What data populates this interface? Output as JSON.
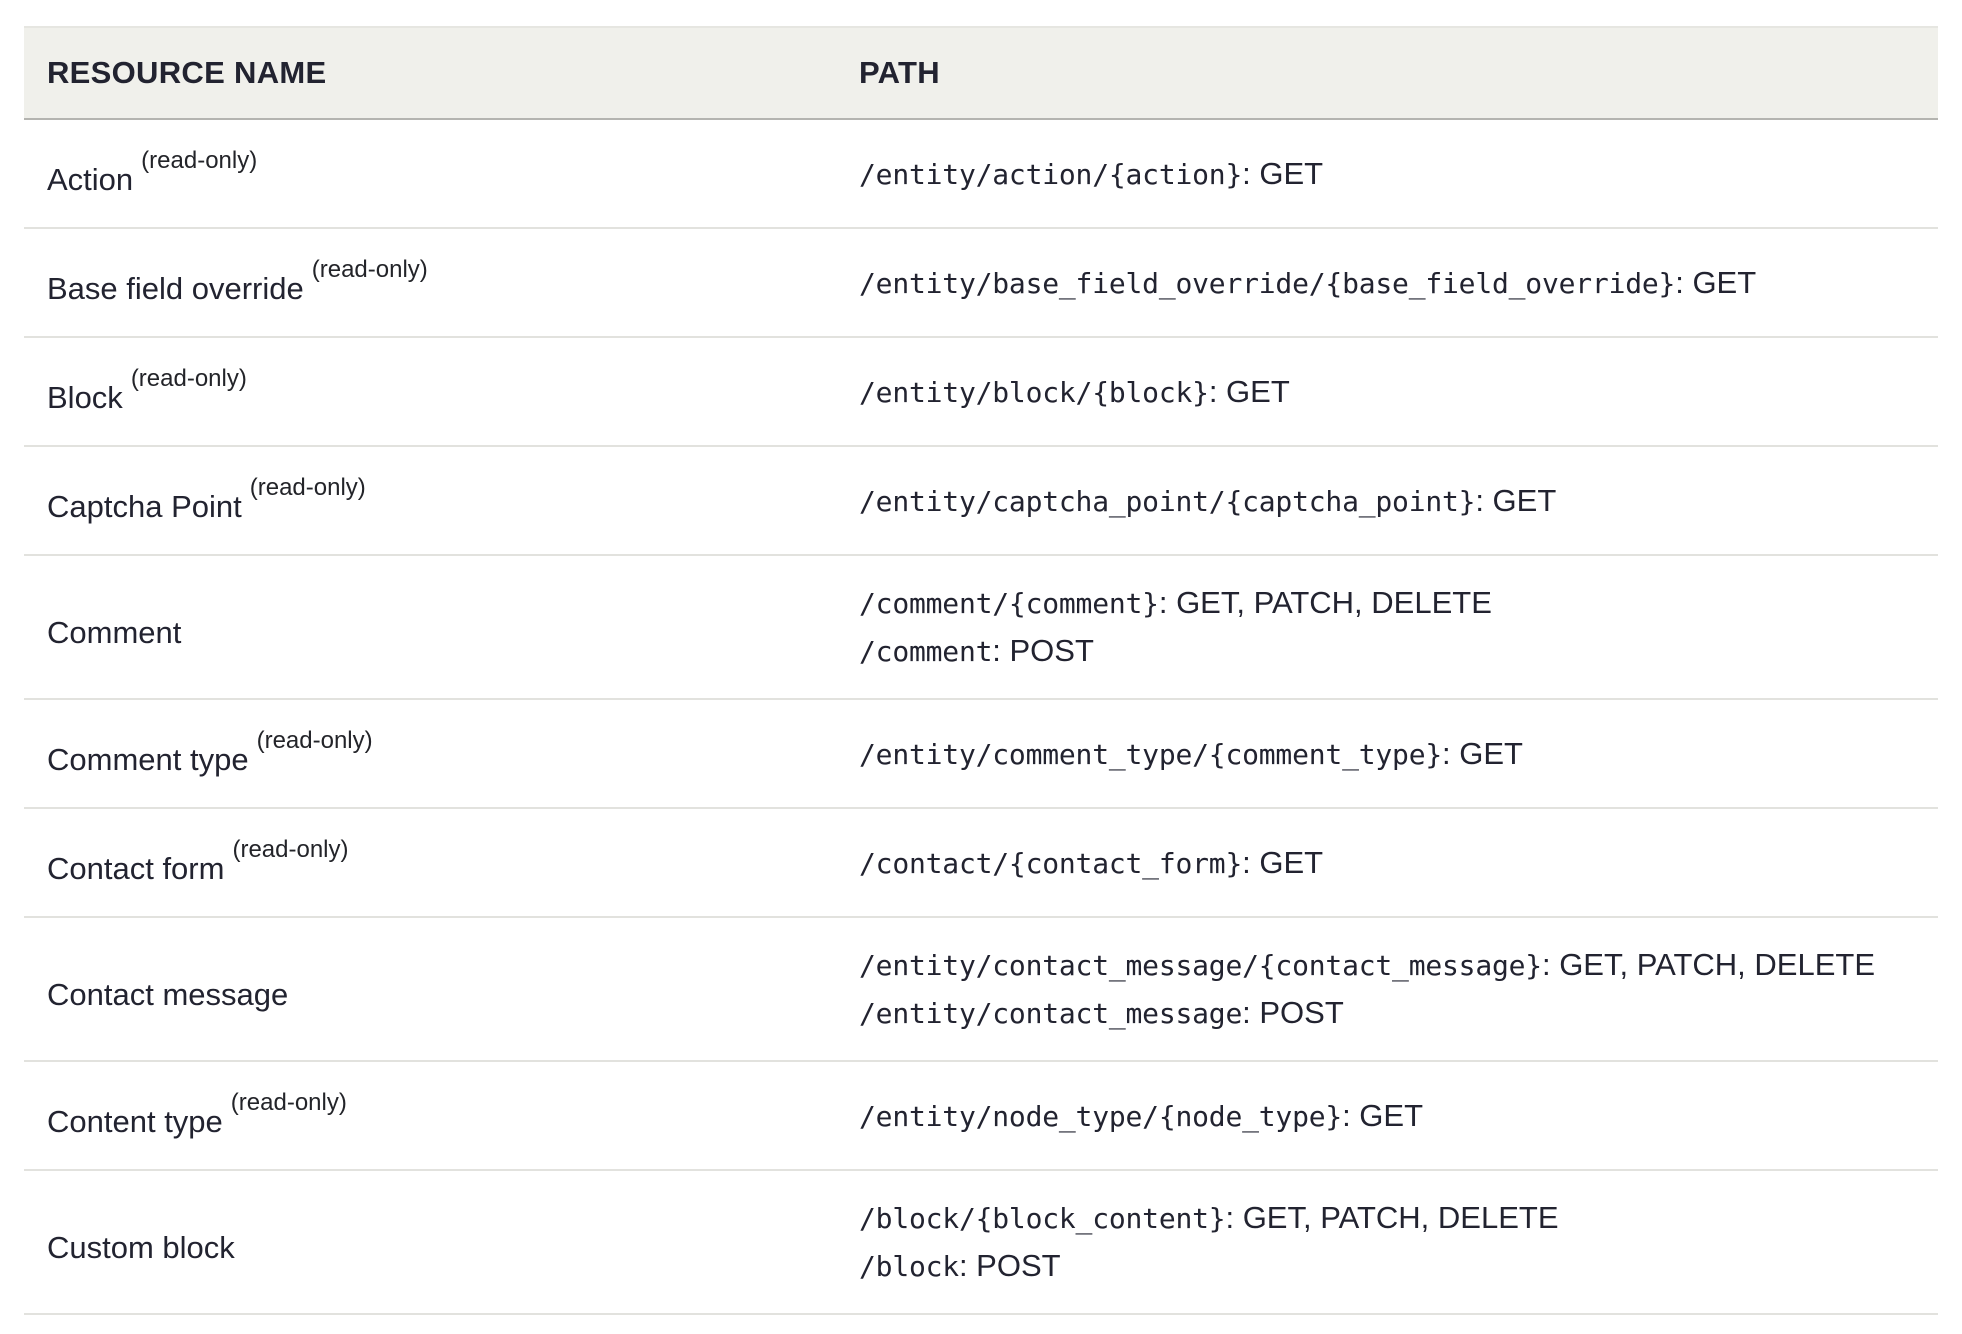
{
  "table": {
    "headers": {
      "resource_name": "RESOURCE NAME",
      "path": "PATH"
    },
    "rows": [
      {
        "name": "Action",
        "note": "(read-only)",
        "paths": [
          {
            "path": "/entity/action/{action}",
            "methods": ": GET"
          }
        ]
      },
      {
        "name": "Base field override",
        "note": "(read-only)",
        "paths": [
          {
            "path": "/entity/base_field_override/{base_field_override}",
            "methods": ": GET"
          }
        ]
      },
      {
        "name": "Block",
        "note": "(read-only)",
        "paths": [
          {
            "path": "/entity/block/{block}",
            "methods": ": GET"
          }
        ]
      },
      {
        "name": "Captcha Point",
        "note": "(read-only)",
        "paths": [
          {
            "path": "/entity/captcha_point/{captcha_point}",
            "methods": ": GET"
          }
        ]
      },
      {
        "name": "Comment",
        "note": "",
        "paths": [
          {
            "path": "/comment/{comment}",
            "methods": ": GET, PATCH, DELETE"
          },
          {
            "path": "/comment",
            "methods": ": POST"
          }
        ]
      },
      {
        "name": "Comment type",
        "note": "(read-only)",
        "paths": [
          {
            "path": "/entity/comment_type/{comment_type}",
            "methods": ": GET"
          }
        ]
      },
      {
        "name": "Contact form",
        "note": "(read-only)",
        "paths": [
          {
            "path": "/contact/{contact_form}",
            "methods": ": GET"
          }
        ]
      },
      {
        "name": "Contact message",
        "note": "",
        "paths": [
          {
            "path": "/entity/contact_message/{contact_message}",
            "methods": ": GET, PATCH, DELETE"
          },
          {
            "path": "/entity/contact_message",
            "methods": ": POST"
          }
        ]
      },
      {
        "name": "Content type",
        "note": "(read-only)",
        "paths": [
          {
            "path": "/entity/node_type/{node_type}",
            "methods": ": GET"
          }
        ]
      },
      {
        "name": "Custom block",
        "note": "",
        "paths": [
          {
            "path": "/block/{block_content}",
            "methods": ": GET, PATCH, DELETE"
          },
          {
            "path": "/block",
            "methods": ": POST"
          }
        ]
      }
    ]
  }
}
